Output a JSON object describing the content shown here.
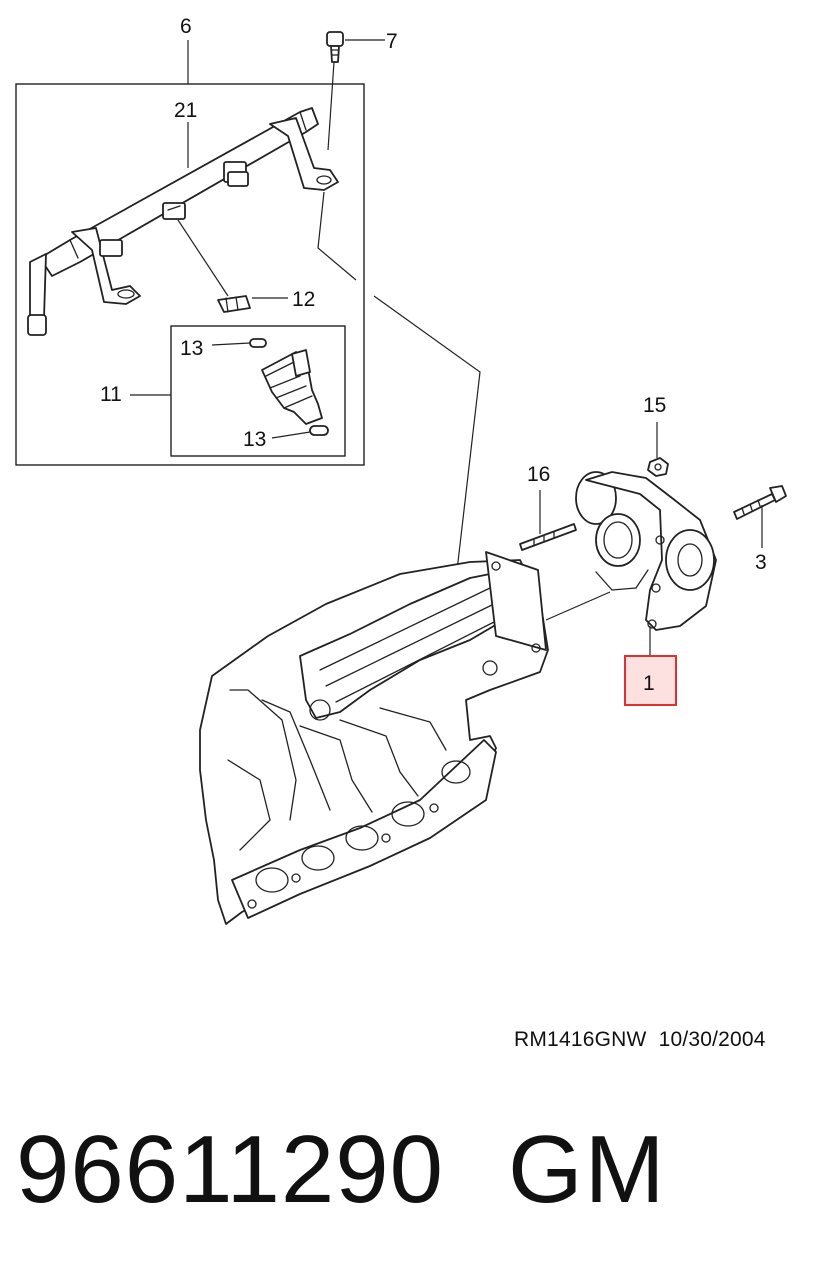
{
  "diagram": {
    "callouts": {
      "c6": "6",
      "c7": "7",
      "c21": "21",
      "c12": "12",
      "c13a": "13",
      "c11": "11",
      "c13b": "13",
      "c15": "15",
      "c16": "16",
      "c3": "3",
      "c1": "1"
    },
    "highlight_color": "#e03030",
    "highlight_fill": "#fde0e0"
  },
  "footer": {
    "reference": "RM1416GNW  10/30/2004",
    "part_number": "96611290",
    "brand": "GM"
  }
}
